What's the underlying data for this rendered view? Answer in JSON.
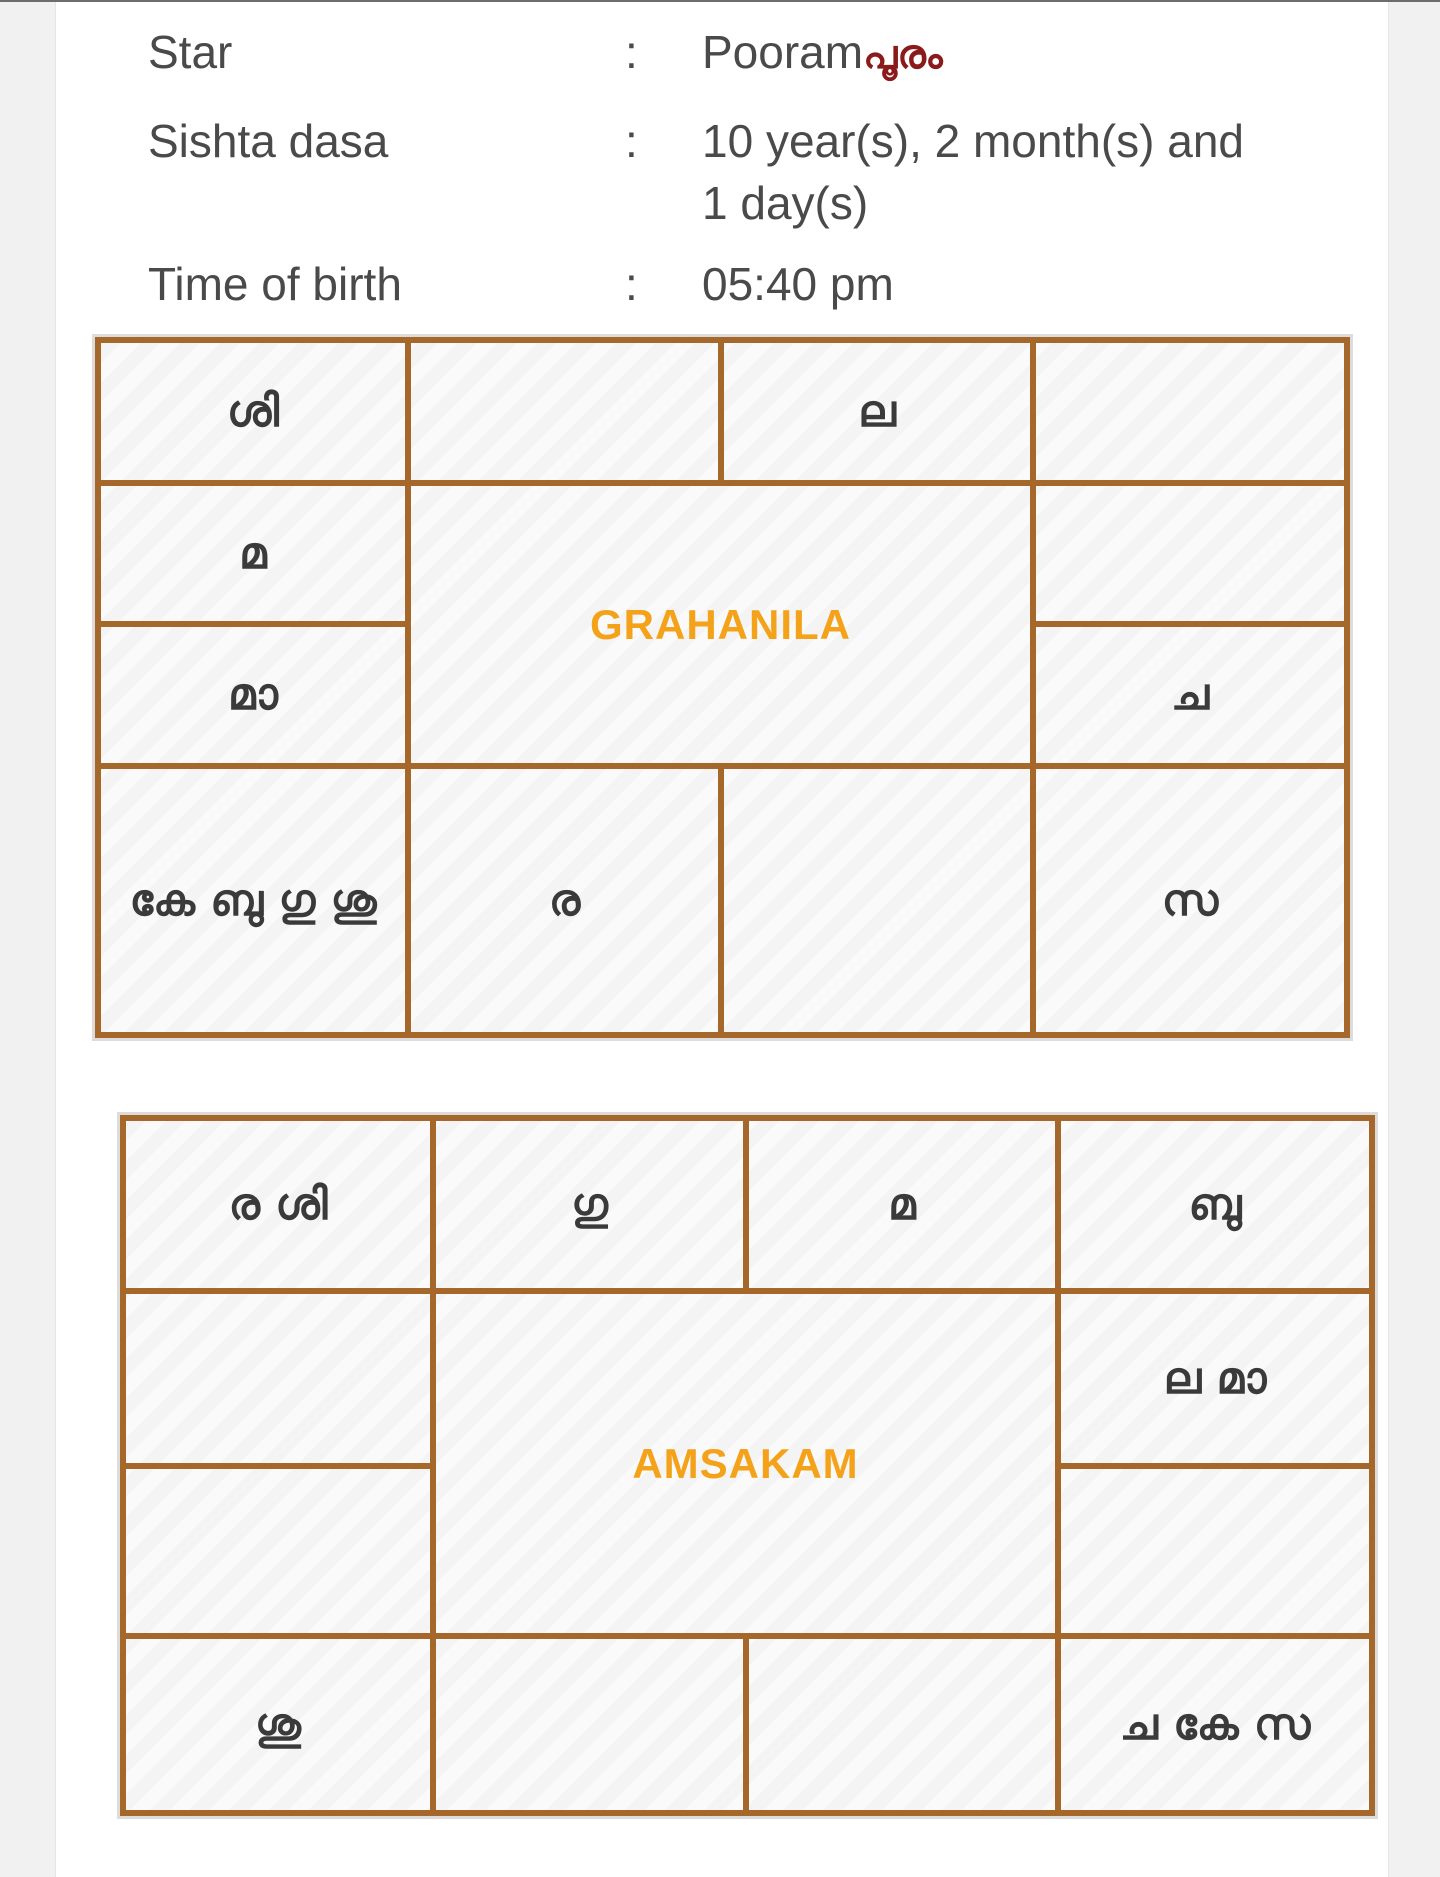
{
  "details": {
    "star": {
      "label": "Star",
      "colon": ":",
      "value": "Pooram",
      "value_malayalam": "പൂരം"
    },
    "sishta_dasa": {
      "label": "Sishta dasa",
      "colon": ":",
      "value": "10 year(s), 2 month(s) and 1 day(s)"
    },
    "time_of_birth": {
      "label": "Time of birth",
      "colon": ":",
      "value": "05:40 pm"
    }
  },
  "grahanila": {
    "title": "GRAHANILA",
    "cells": {
      "r1c1": "ശി",
      "r1c2": "",
      "r1c3": "ല",
      "r1c4": "",
      "r2c1": "മ",
      "r2c4": "",
      "r3c1": "മാ",
      "r3c4": "ച",
      "r4c1": "കേ ബു ഗു ശു",
      "r4c2": "ര",
      "r4c3": "",
      "r4c4": "സ"
    }
  },
  "amsakam": {
    "title": "AMSAKAM",
    "cells": {
      "r1c1": "ര ശി",
      "r1c2": "ഗു",
      "r1c3": "മ",
      "r1c4": "ബു",
      "r2c1": "",
      "r2c4": "ല മാ",
      "r3c1": "",
      "r3c4": "",
      "r4c1": "ശു",
      "r4c2": "",
      "r4c3": "",
      "r4c4": "ച കേ സ"
    }
  },
  "colors": {
    "grid_border": "#a5672a",
    "title_text": "#f5a21b",
    "malayalam_star": "#8b1a1a"
  }
}
